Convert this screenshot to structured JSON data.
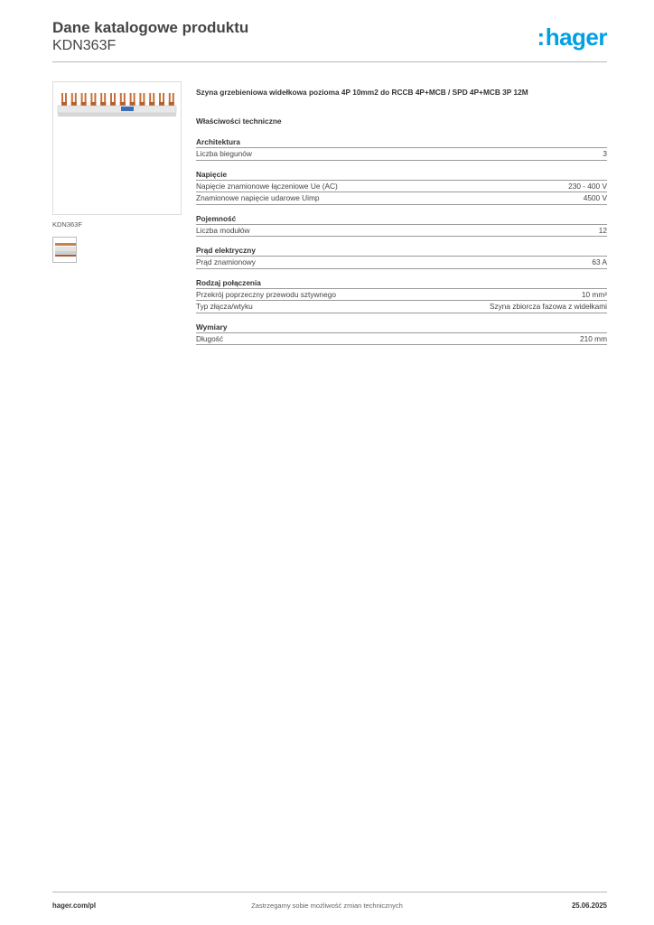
{
  "header": {
    "title": "Dane katalogowe produktu",
    "product_code": "KDN363F",
    "logo_text": "hager",
    "logo_color": "#00a0e3"
  },
  "left": {
    "image_caption": "KDN363F"
  },
  "description": "Szyna grzebieniowa widełkowa pozioma 4P 10mm2 do RCCB 4P+MCB / SPD 4P+MCB 3P 12M",
  "tech_heading": "Właściwości techniczne",
  "sections": [
    {
      "title": "Architektura",
      "rows": [
        {
          "label": "Liczba biegunów",
          "value": "3"
        }
      ]
    },
    {
      "title": "Napięcie",
      "rows": [
        {
          "label": "Napięcie znamionowe łączeniowe Ue (AC)",
          "value": "230 - 400 V"
        },
        {
          "label": "Znamionowe napięcie udarowe Uimp",
          "value": "4500 V"
        }
      ]
    },
    {
      "title": "Pojemność",
      "rows": [
        {
          "label": "Liczba modułów",
          "value": "12"
        }
      ]
    },
    {
      "title": "Prąd elektryczny",
      "rows": [
        {
          "label": "Prąd znamionowy",
          "value": "63 A"
        }
      ]
    },
    {
      "title": "Rodzaj połączenia",
      "rows": [
        {
          "label": "Przekrój poprzeczny przewodu sztywnego",
          "value": "10 mm²"
        },
        {
          "label": "Typ złącza/wtyku",
          "value": "Szyna zbiorcza fazowa z widełkami"
        }
      ]
    },
    {
      "title": "Wymiary",
      "rows": [
        {
          "label": "Długość",
          "value": "210 mm"
        }
      ]
    }
  ],
  "footer": {
    "left": "hager.com/pl",
    "center": "Zastrzegamy sobie możliwość zmian technicznych",
    "right": "25.06.2025"
  }
}
